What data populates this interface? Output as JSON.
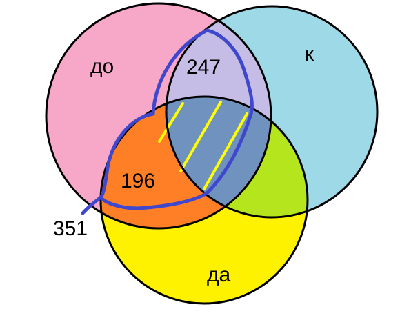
{
  "diagram": {
    "sets": [
      {
        "label": "до",
        "color": "#f7a8c8"
      },
      {
        "label": "к",
        "color": "#9ed9e8"
      },
      {
        "label": "да",
        "color": "#fff200"
      }
    ],
    "region_colors": {
      "do_k": "#c6bde6",
      "do_da": "#ff7f27",
      "k_da": "#b5e61d",
      "all": "#7092be"
    },
    "values": {
      "do_k_outline": "247",
      "do_da_outline": "196",
      "union_pointer": "351"
    },
    "highlight": {
      "outline_color": "#3f48cc",
      "hatch_color": "#ffff00"
    }
  }
}
